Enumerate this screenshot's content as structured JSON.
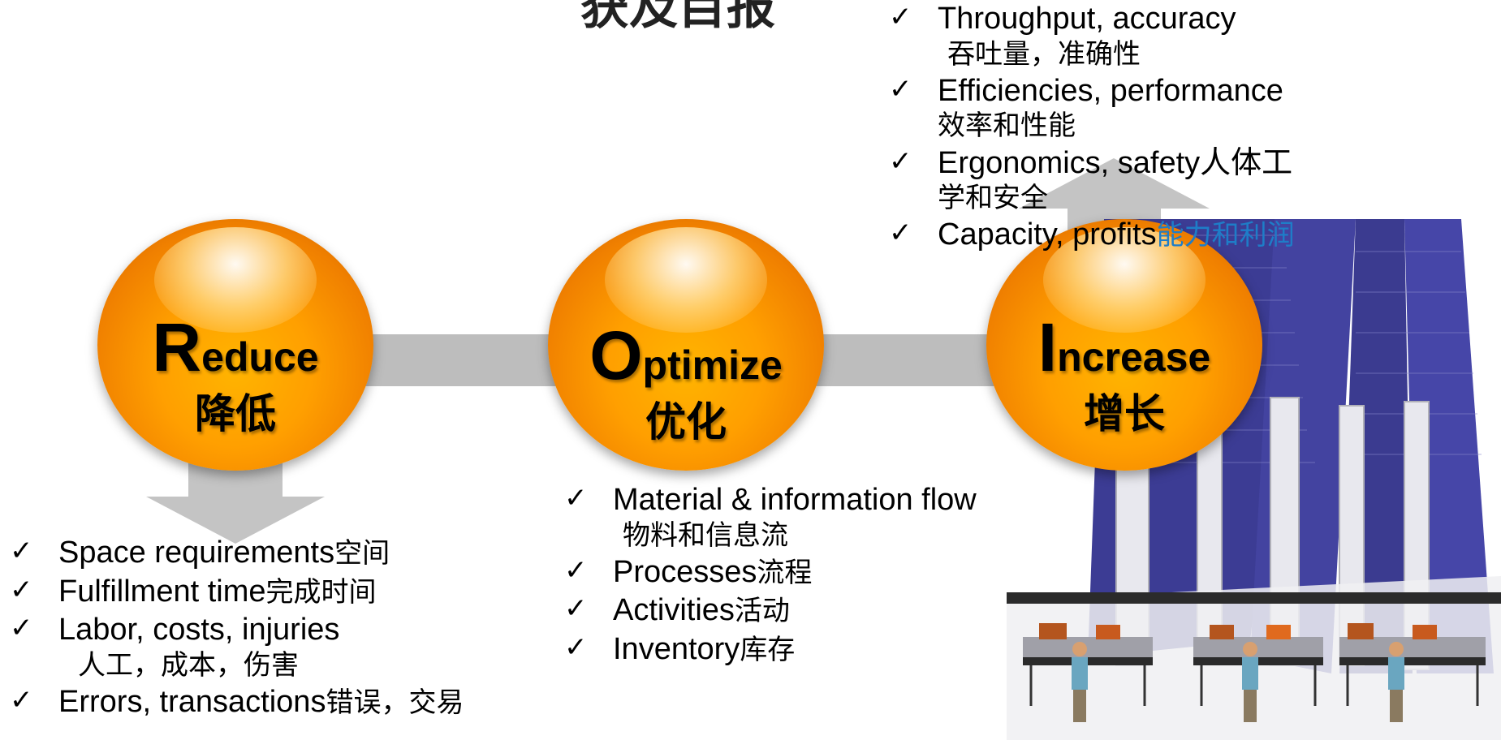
{
  "title_fragment": "获及目报",
  "circles": {
    "reduce": {
      "initial": "R",
      "rest": "educe",
      "cn": "降低"
    },
    "optimize": {
      "initial": "O",
      "rest": "ptimize",
      "cn": "优化"
    },
    "increase": {
      "initial": "I",
      "rest": "ncrease",
      "cn": "增长"
    }
  },
  "increase_list": [
    {
      "text": "Throughput, accuracy",
      "sub": "吞吐量，准确性"
    },
    {
      "text": "Efficiencies, performance",
      "sub": "效率和性能"
    },
    {
      "text": "Ergonomics, safety人体工",
      "sub": "学和安全"
    },
    {
      "text": "Capacity, profits",
      "cn_blue": "能力和利润"
    }
  ],
  "optimize_list": [
    {
      "text": "Material & information flow",
      "sub": "物料和信息流"
    },
    {
      "text": "Processes",
      "cn": "流程"
    },
    {
      "text": "Activities",
      "cn": "活动"
    },
    {
      "text": "Inventory",
      "cn": "库存"
    }
  ],
  "reduce_list": [
    {
      "text": "Space requirements",
      "cn": "空间"
    },
    {
      "text": "Fulfillment time",
      "cn": "完成时间"
    },
    {
      "text": "Labor, costs, injuries",
      "sub": "人工，成本，伤害"
    },
    {
      "text": "Errors, transactions",
      "cn": "错误，交易"
    }
  ],
  "check_glyph": "✓",
  "colors": {
    "orange": "#ff9f00",
    "connector": "#bdbdbd",
    "rack": "#3a3a9a",
    "link_blue": "#1e7dc8"
  }
}
